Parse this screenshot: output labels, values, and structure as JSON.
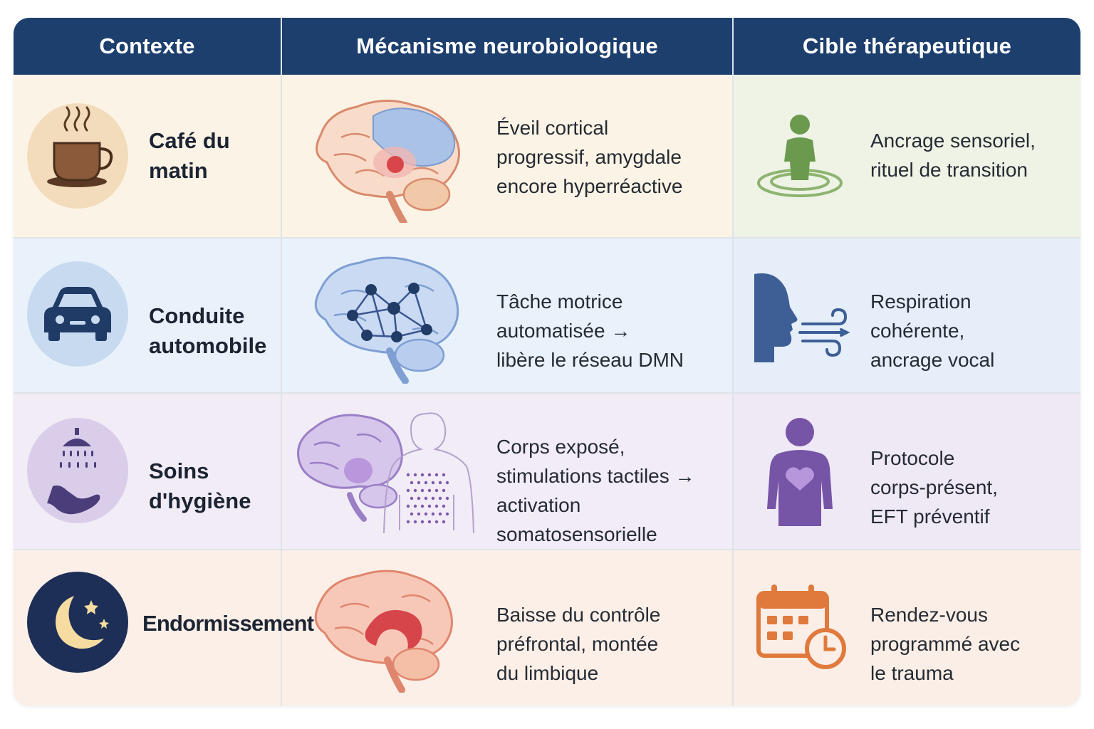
{
  "headers": {
    "context": "Contexte",
    "mechanism": "Mécanisme neurobiologique",
    "target": "Cible thérapeutique"
  },
  "rows": [
    {
      "context": [
        "Café du",
        "matin"
      ],
      "context_icon": "coffee-cup-icon",
      "mechanism": [
        "Éveil cortical",
        "progressif, amygdale",
        "encore hyperréactive"
      ],
      "mechanism_icon": "brain-amygdala-icon",
      "target": [
        "Ancrage sensoriel,",
        "rituel de transition"
      ],
      "target_icon": "grounded-person-icon",
      "bg": "#fbf4e6",
      "target_bg": "#eef3e6"
    },
    {
      "context": [
        "Conduite",
        "automobile"
      ],
      "context_icon": "car-icon",
      "mechanism": [
        "Tâche motrice",
        "automatisée →",
        "libère le réseau DMN"
      ],
      "mechanism_icon": "brain-network-icon",
      "target": [
        "Respiration",
        "cohérente,",
        "ancrage vocal"
      ],
      "target_icon": "breathing-profile-icon",
      "bg": "#e9f1fa",
      "target_bg": "#e6eef9"
    },
    {
      "context": [
        "Soins",
        "d'hygiène"
      ],
      "context_icon": "shower-hand-icon",
      "mechanism": [
        "Corps exposé,",
        "stimulations tactiles →",
        "activation",
        "somatosensorielle"
      ],
      "mechanism_icon": "brain-body-touch-icon",
      "target": [
        "Protocole",
        "corps-présent,",
        "EFT préventif"
      ],
      "target_icon": "body-heart-icon",
      "bg": "#f1ecf6",
      "target_bg": "#efe9f6"
    },
    {
      "context": [
        "Endormissement"
      ],
      "context_icon": "moon-stars-icon",
      "mechanism": [
        "Baisse du contrôle",
        "préfrontal, montée",
        "du limbique"
      ],
      "mechanism_icon": "brain-limbic-icon",
      "target": [
        "Rendez-vous",
        "programmé avec",
        "le trauma"
      ],
      "target_icon": "calendar-clock-icon",
      "bg": "#fbefe8",
      "target_bg": "#faeee6"
    }
  ],
  "colors": {
    "header": "#1d3f6e",
    "coffee": "#8a5a3a",
    "car": "#1f3b66",
    "shower": "#5b4a8a",
    "moon": "#f6dca0",
    "green": "#6b9a4e",
    "blue_face": "#3d5f96",
    "purple_body": "#7654a6",
    "orange_calendar": "#e07a3c"
  }
}
